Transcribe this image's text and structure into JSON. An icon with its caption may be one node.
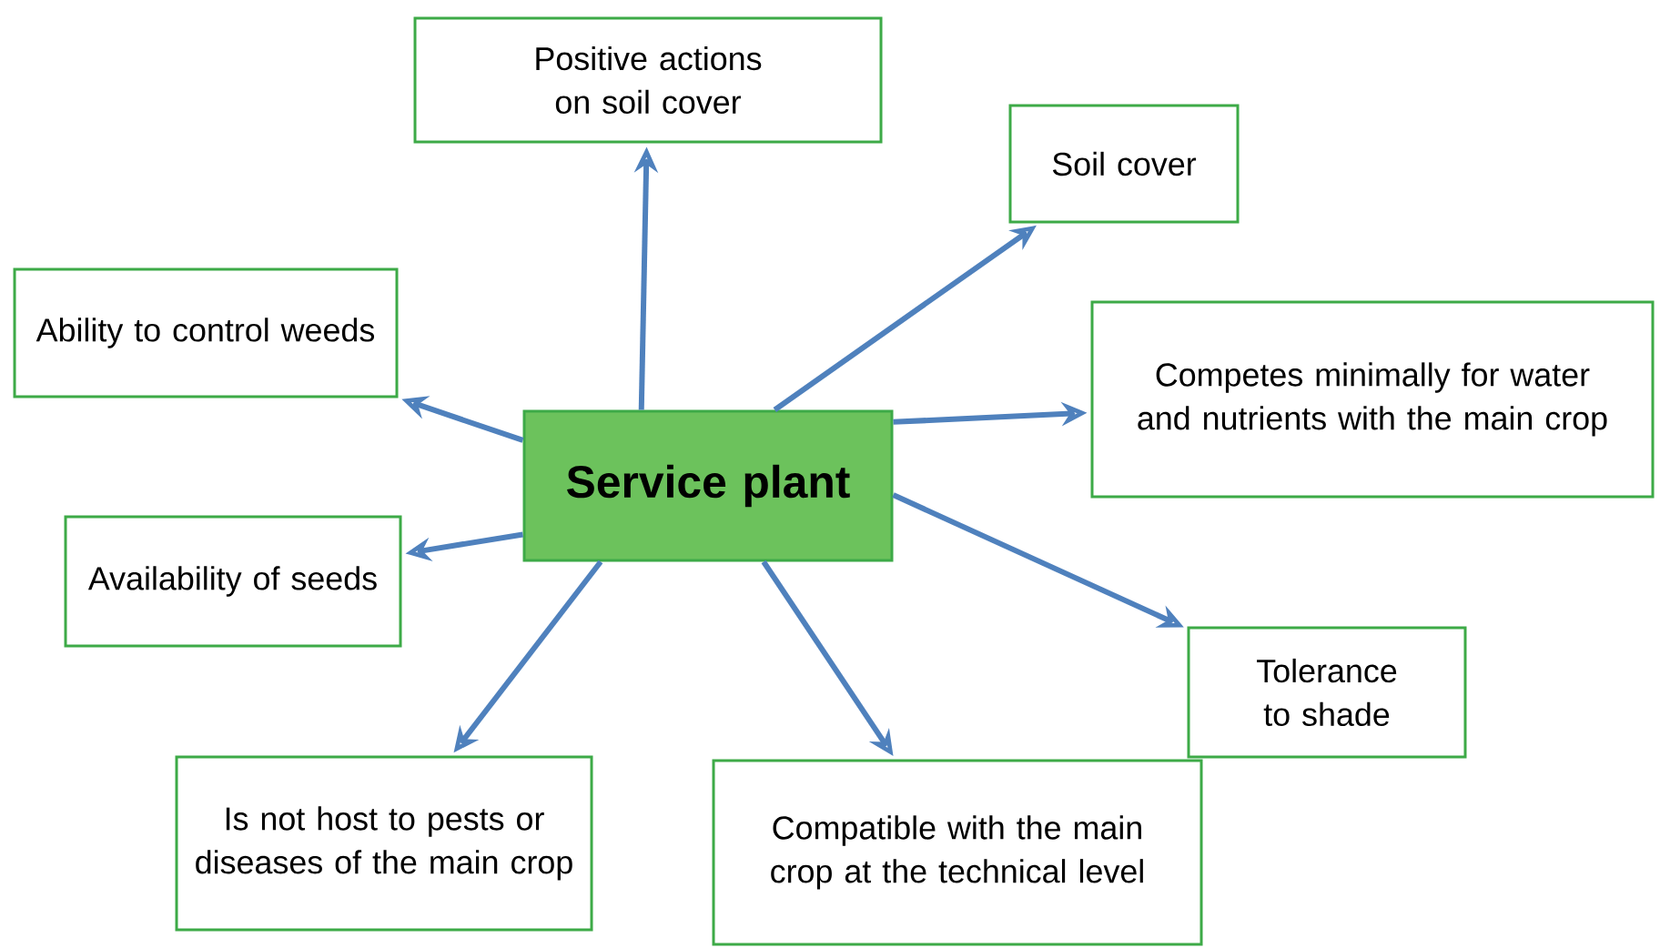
{
  "diagram": {
    "nodes": [
      {
        "text": [
          "Service plant"
        ]
      },
      {
        "text": [
          "Positive actions on soil cover"
        ]
      },
      {
        "text": [
          "Soil cover"
        ]
      },
      {
        "text": [
          "Ability to control weeds"
        ]
      },
      {
        "text": [
          "Competes minimally for water and nutrients with the main crop"
        ]
      },
      {
        "text": [
          "Availability of seeds"
        ]
      },
      {
        "text": [
          "Tolerance to shade"
        ]
      },
      {
        "text": [
          "Is not host to pests or diseases of the main crop"
        ]
      },
      {
        "text": [
          "Compatible with the main crop at the technical level"
        ]
      }
    ],
    "edges": [
      {
        "from": 0,
        "to": 1,
        "arrow": "to"
      },
      {
        "from": 0,
        "to": 2,
        "arrow": "to"
      },
      {
        "from": 0,
        "to": 3,
        "arrow": "to"
      },
      {
        "from": 0,
        "to": 4,
        "arrow": "to"
      },
      {
        "from": 0,
        "to": 5,
        "arrow": "to"
      },
      {
        "from": 0,
        "to": 6,
        "arrow": "to"
      },
      {
        "from": 0,
        "to": 7,
        "arrow": "to"
      },
      {
        "from": 0,
        "to": 8,
        "arrow": "to"
      }
    ]
  }
}
